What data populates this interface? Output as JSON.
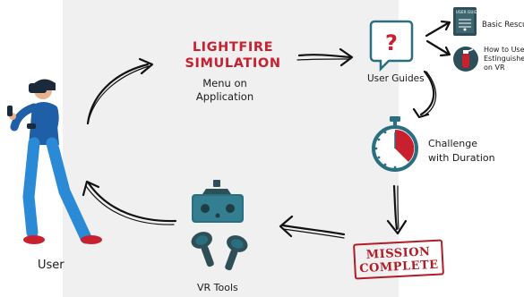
{
  "title_line1": "LIGHTFIRE",
  "title_line2": "SIMULATION",
  "menu_line1": "Menu on",
  "menu_line2": "Application",
  "user_guides": "User Guides",
  "guide1": "Basic Rescu",
  "guide2_line1": "How to Use",
  "guide2_line2": "Estinguishe",
  "guide2_line3": "on VR",
  "guide_booklet_text": "USER GUIDE",
  "challenge_line1": "Challenge",
  "challenge_line2": "with Duration",
  "mission_line1": "MISSION",
  "mission_line2": "COMPLETE",
  "vr_tools": "VR Tools",
  "user": "User",
  "colors": {
    "accent_red": "#c8202f",
    "teal": "#2a6f80",
    "dark": "#1a1a1a",
    "panel_gray": "#f0f0f0"
  }
}
